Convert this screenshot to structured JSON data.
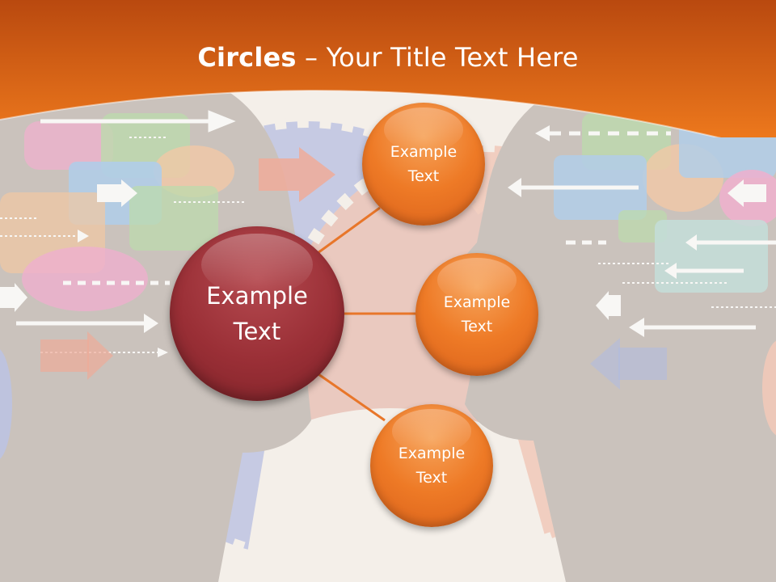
{
  "slide": {
    "title_bold": "Circles",
    "title_rest": " – Your Title Text Here"
  },
  "diagram": {
    "center": {
      "label": "Example\nText"
    },
    "nodes": [
      {
        "label": "Example\nText"
      },
      {
        "label": "Example\nText"
      },
      {
        "label": "Example\nText"
      }
    ]
  },
  "colors": {
    "header_orange": "#ee7a1f",
    "center_circle": "#9a2f36",
    "node_circle": "#ee7a26",
    "connector": "#e8762a"
  }
}
